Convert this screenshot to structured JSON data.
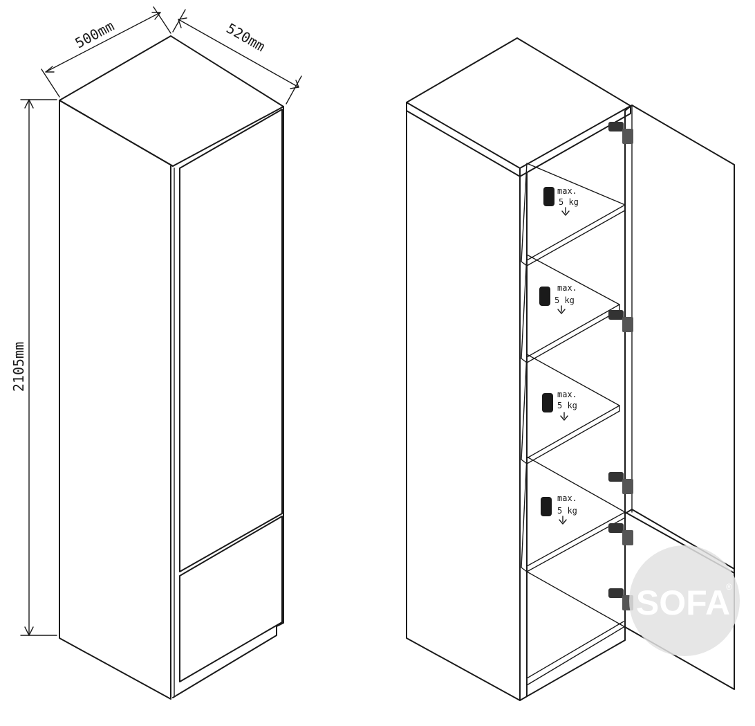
{
  "dimensions": {
    "width": "500mm",
    "depth": "520mm",
    "height": "2105mm"
  },
  "shelf_load": {
    "line1": "max.",
    "line2": "5 kg"
  },
  "watermark": {
    "text": "SOFA",
    "mark": "®"
  },
  "colors": {
    "line": "#1a1a1a",
    "background": "#ffffff",
    "watermark": "#e2e2e2"
  }
}
